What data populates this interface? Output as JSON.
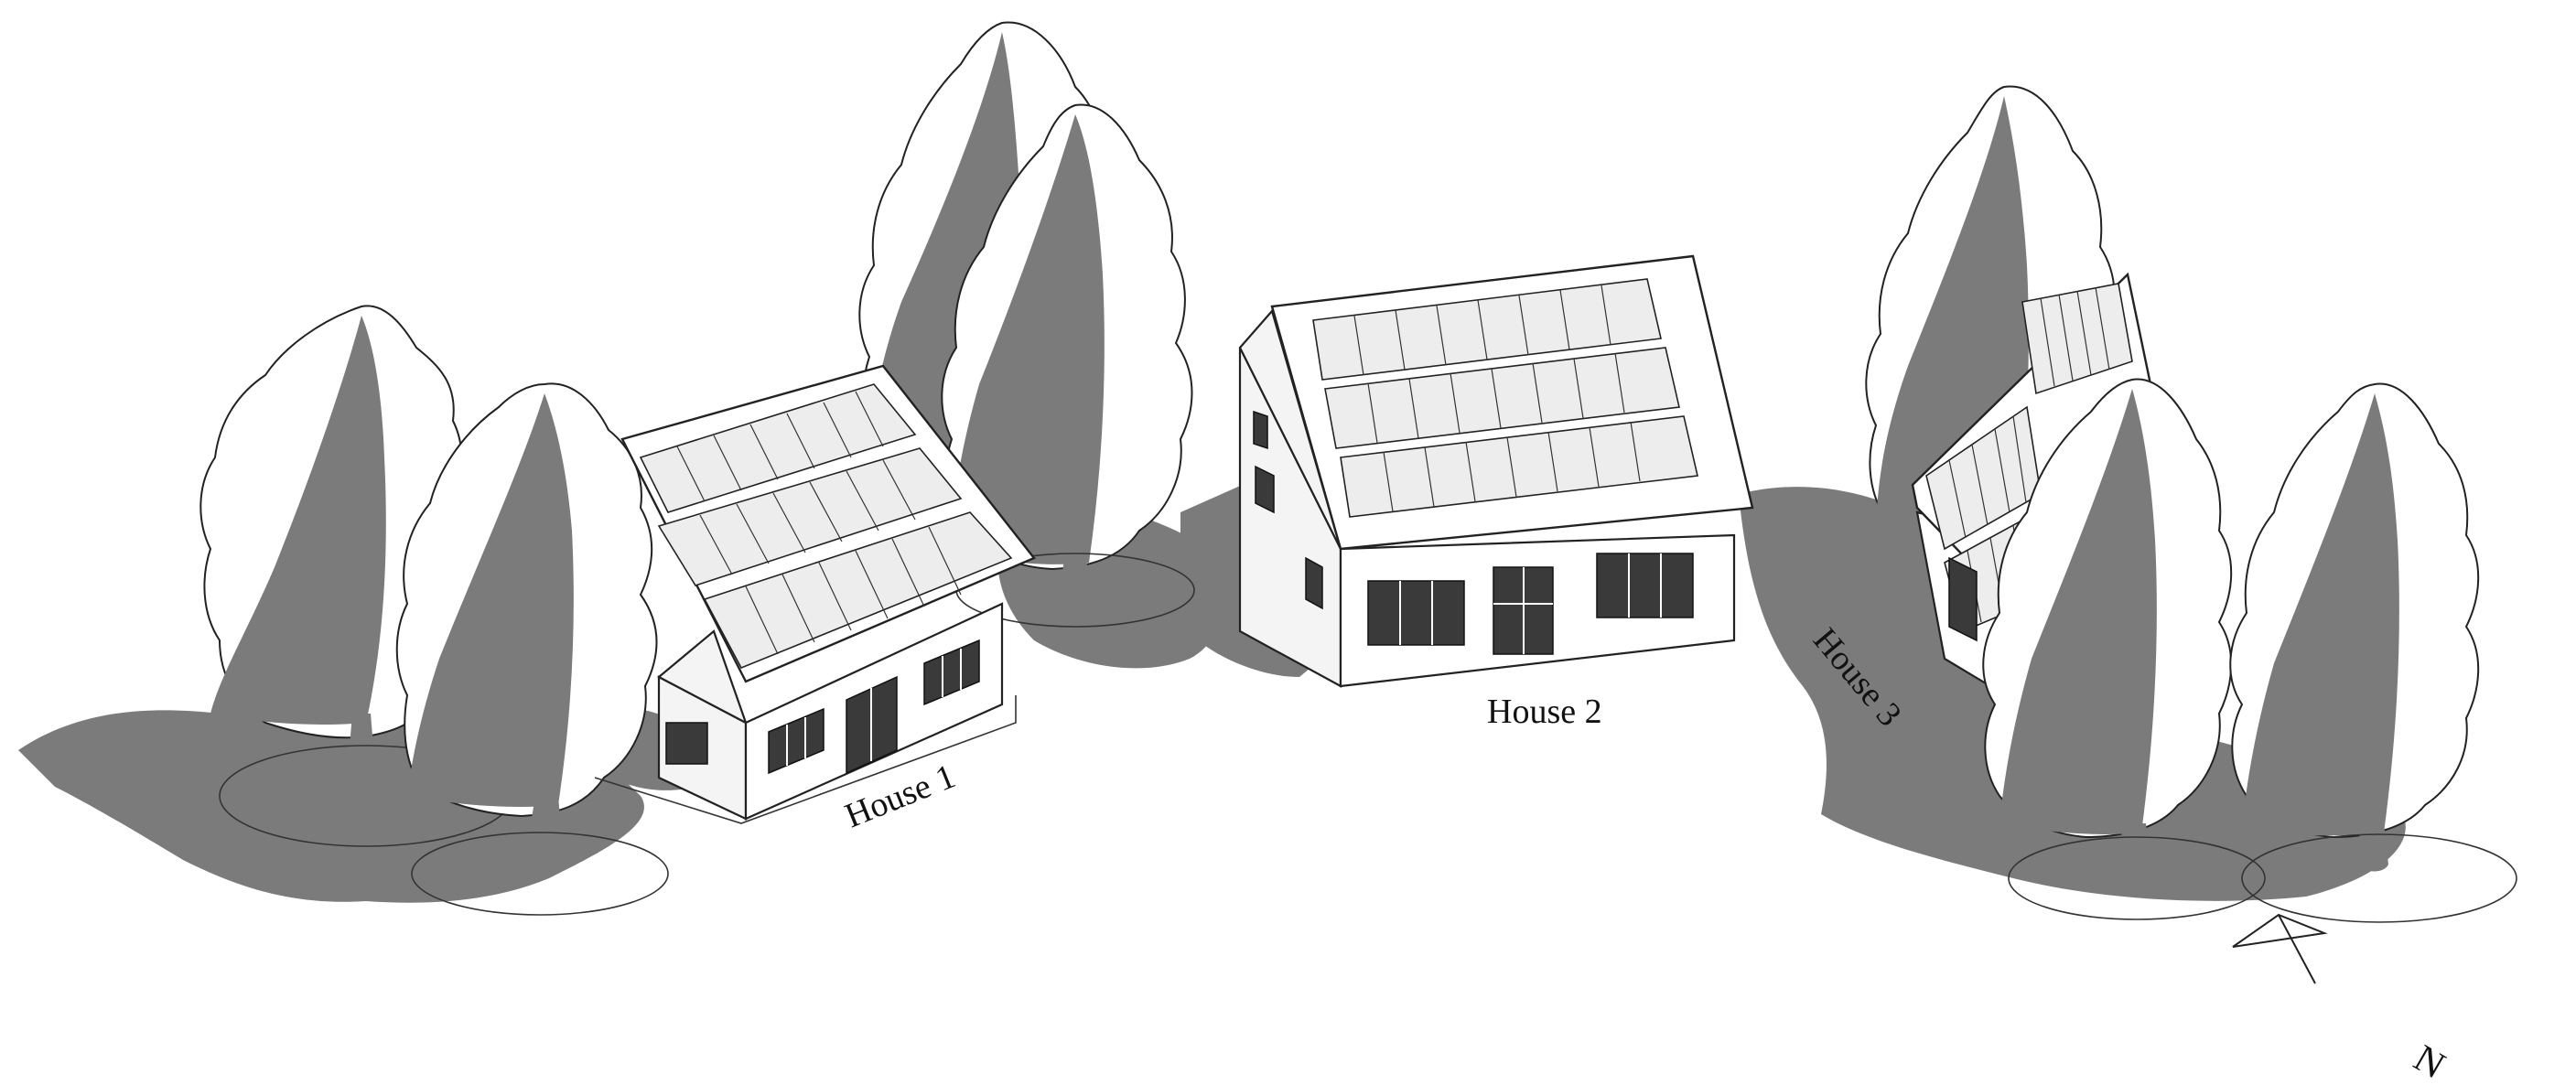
{
  "houses": [
    {
      "label": "House 1"
    },
    {
      "label": "House 2"
    },
    {
      "label": "House 3"
    }
  ],
  "compass": {
    "label": "N"
  },
  "colors": {
    "shadow": "#7b7b7b",
    "line": "#222222",
    "background": "#ffffff"
  }
}
